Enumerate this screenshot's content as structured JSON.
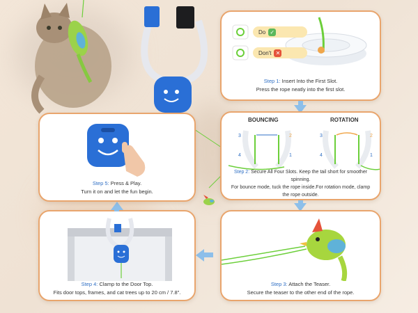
{
  "step1": {
    "step": "Step 1",
    "title": "Insert Into the First Slot.",
    "text": "Press the rope neatly into the first slot.",
    "do_label": "Do",
    "dont_label": "Don't",
    "ok_glyph": "✓",
    "no_glyph": "✕"
  },
  "step2": {
    "step": "Step 2",
    "title": "Secure All Four Slots.",
    "line1_rest": "Keep the tail short for smoother spinning.",
    "line2": "For bounce mode, tuck the rope inside.For rotation mode, clamp the rope outside.",
    "bouncing": "BOUNCING",
    "rotation": "ROTATION",
    "slot_numbers": [
      "1",
      "2",
      "3",
      "4"
    ]
  },
  "step3": {
    "step": "Step 3",
    "title": "Attach the Teaser.",
    "text": "Secure the teaser to the other end of the rope."
  },
  "step4": {
    "step": "Step 4",
    "title": "Clamp to the Door Top.",
    "text": "Fits door tops, frames, and cat trees up to 20 cm / 7.8\"."
  },
  "step5": {
    "step": "Step 5",
    "title": "Press & Play.",
    "text": "Turn it on and let the fun begin."
  },
  "colors": {
    "accent_blue": "#2f6fc4",
    "card_border": "#e9a56d",
    "arrow": "#8dbfea",
    "rope_green": "#6ccf3a",
    "device_blue": "#2a6fd6"
  }
}
